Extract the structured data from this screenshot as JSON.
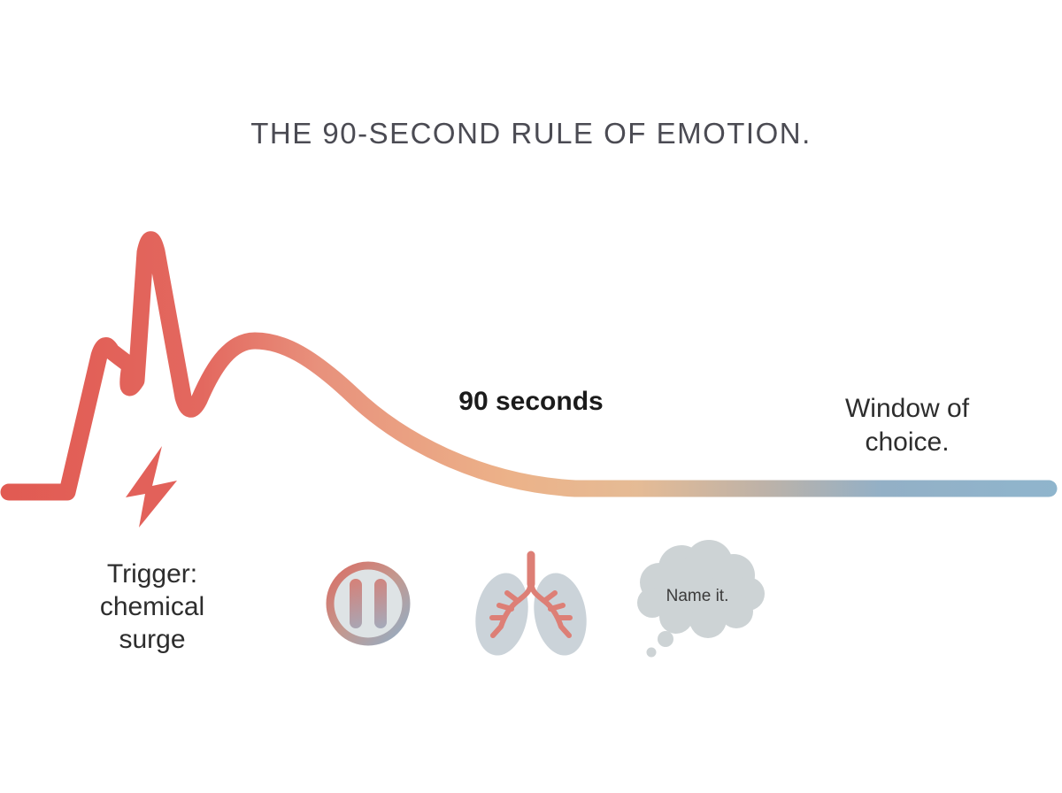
{
  "title": "THE 90-SECOND RULE OF EMOTION.",
  "labels": {
    "ninety_seconds": "90 seconds",
    "window_line1": "Window of",
    "window_line2": "choice.",
    "trigger_line1": "Trigger:",
    "trigger_line2": "chemical",
    "trigger_line3": "surge",
    "name_it": "Name it."
  },
  "colors": {
    "spike_red": "#e2615a",
    "title_text": "#4b4b53",
    "body_text": "#2d2d2d",
    "window_blue": "#8fb5cd",
    "pause_fill": "#dee3e5",
    "pause_ring_top": "#d96f66",
    "pause_ring_bottom": "#93aec5",
    "pause_bar_top": "#d4827a",
    "pause_bar_bottom": "#a3abbc",
    "lungs_fill": "#cbd3d9",
    "bronchi_red": "#dd7f76",
    "cloud_gray": "#cdd3d5"
  },
  "curve_gradient": [
    "#e15a52",
    "#e3685f",
    "#e8917c",
    "#ecb289",
    "#e5bb95",
    "#bdb2a8",
    "#93b0c6",
    "#8fb5cd"
  ],
  "icons": {
    "lightning": "lightning-bolt-icon",
    "pause": "pause-button-icon",
    "lungs": "lungs-icon",
    "thought": "thought-bubble-icon"
  }
}
